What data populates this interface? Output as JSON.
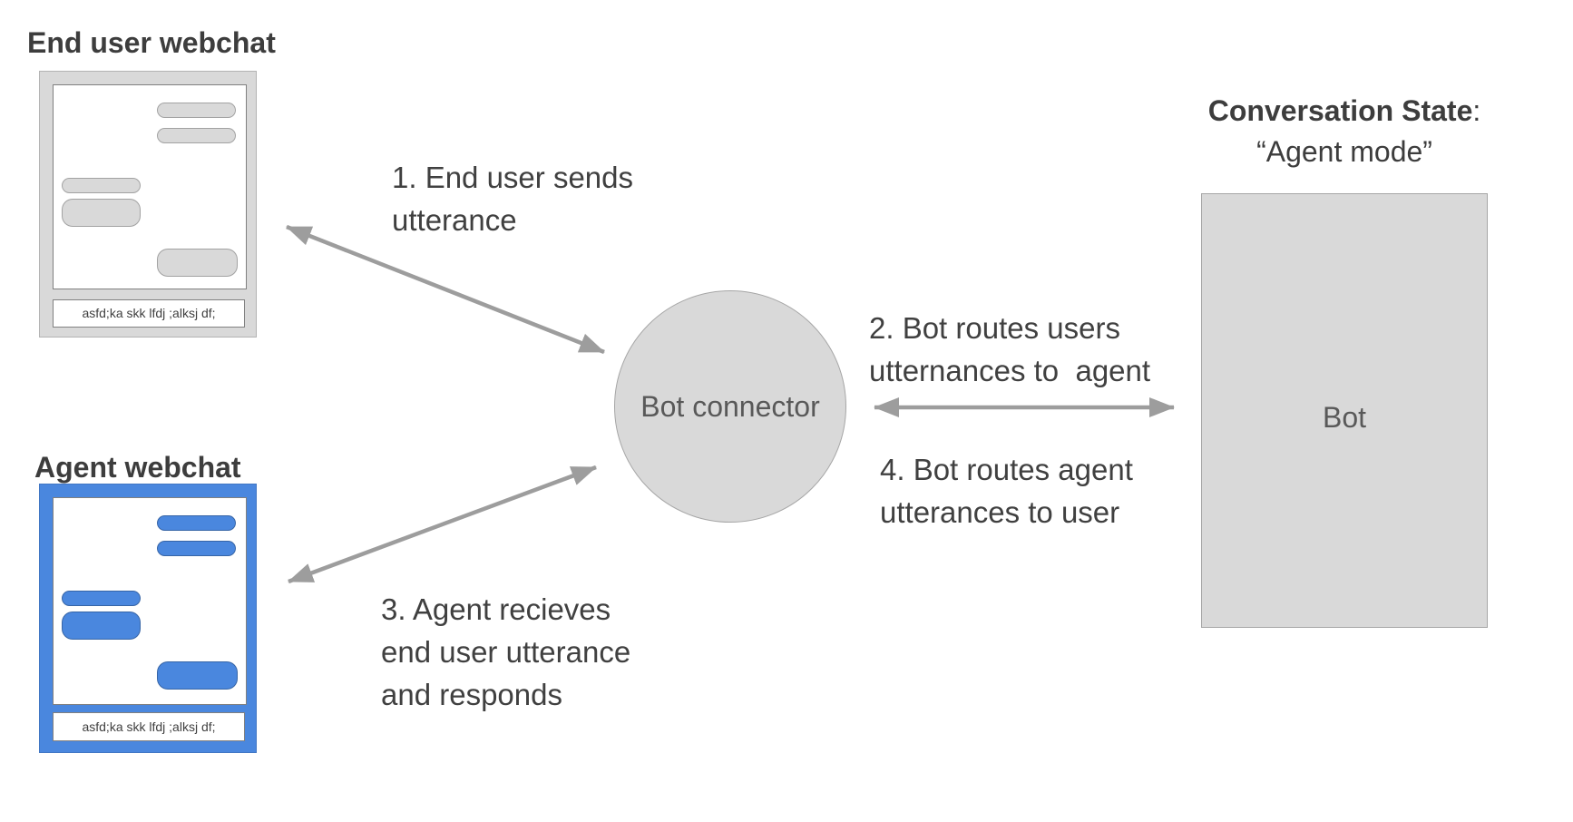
{
  "colors": {
    "accent_blue": "#4a87de",
    "box_gray": "#d9d9d9",
    "box_border": "#a6a6a6",
    "arrow_gray": "#9d9d9d",
    "text_dark": "#3d3d3d",
    "node_text": "#595959"
  },
  "end_user_webchat": {
    "title": "End user webchat",
    "input_text": "asfd;ka skk lfdj ;alksj df;"
  },
  "agent_webchat": {
    "title": "Agent webchat",
    "input_text": "asfd;ka skk lfdj ;alksj df;"
  },
  "bot_connector": {
    "label": "Bot connector"
  },
  "bot_box": {
    "label": "Bot"
  },
  "conversation_state": {
    "title": "Conversation State",
    "colon": ":",
    "subtitle": "“Agent mode”"
  },
  "steps": {
    "step1": "1. End user sends\nutterance",
    "step2": "2. Bot routes users\nutternances to  agent",
    "step3": "3. Agent recieves\nend user utterance\nand responds",
    "step4": "4. Bot routes agent\nutterances to user"
  }
}
